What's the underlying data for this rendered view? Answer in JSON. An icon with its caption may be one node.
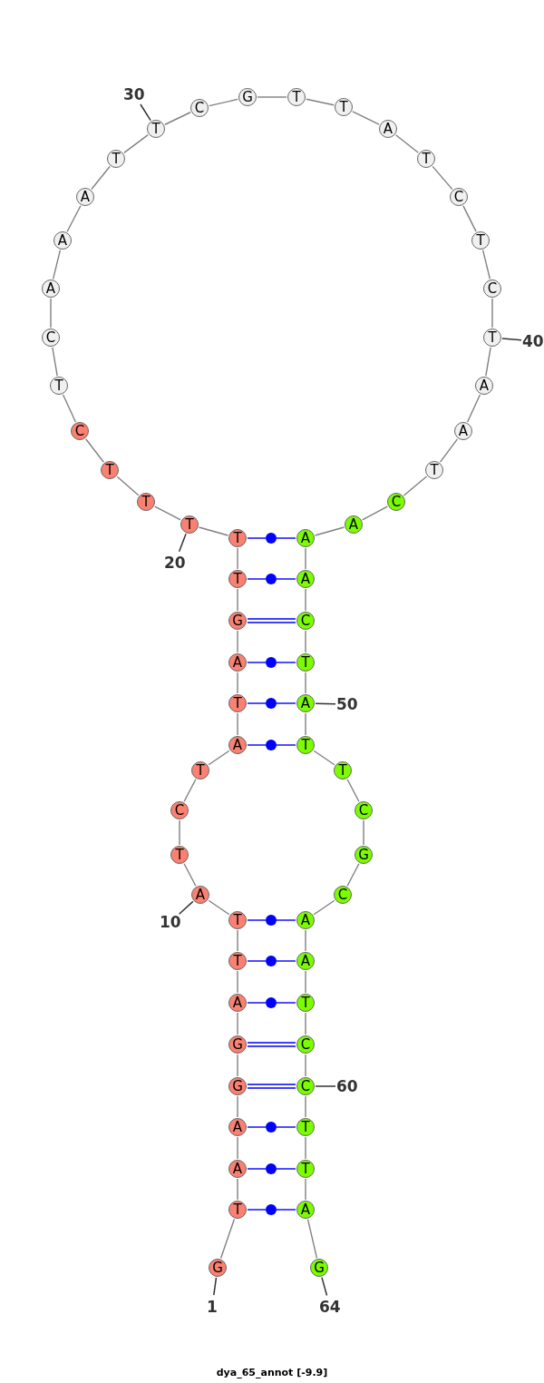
{
  "diagram": {
    "caption": "dya_65_annot [-9.9]",
    "nodes": [
      {
        "text": [
          "G"
        ]
      },
      {
        "text": [
          "T"
        ]
      },
      {
        "text": [
          "A"
        ]
      },
      {
        "text": [
          "A"
        ]
      },
      {
        "text": [
          "G"
        ]
      },
      {
        "text": [
          "G"
        ]
      },
      {
        "text": [
          "A"
        ]
      },
      {
        "text": [
          "T"
        ]
      },
      {
        "text": [
          "T"
        ]
      },
      {
        "text": [
          "A"
        ]
      },
      {
        "text": [
          "T"
        ]
      },
      {
        "text": [
          "C"
        ]
      },
      {
        "text": [
          "T"
        ]
      },
      {
        "text": [
          "A"
        ]
      },
      {
        "text": [
          "T"
        ]
      },
      {
        "text": [
          "A"
        ]
      },
      {
        "text": [
          "G"
        ]
      },
      {
        "text": [
          "T"
        ]
      },
      {
        "text": [
          "T"
        ]
      },
      {
        "text": [
          "T"
        ]
      },
      {
        "text": [
          "T"
        ]
      },
      {
        "text": [
          "T"
        ]
      },
      {
        "text": [
          "C"
        ]
      },
      {
        "text": [
          "T"
        ]
      },
      {
        "text": [
          "C"
        ]
      },
      {
        "text": [
          "A"
        ]
      },
      {
        "text": [
          "A"
        ]
      },
      {
        "text": [
          "A"
        ]
      },
      {
        "text": [
          "T"
        ]
      },
      {
        "text": [
          "T"
        ]
      },
      {
        "text": [
          "C"
        ]
      },
      {
        "text": [
          "G"
        ]
      },
      {
        "text": [
          "T"
        ]
      },
      {
        "text": [
          "T"
        ]
      },
      {
        "text": [
          "A"
        ]
      },
      {
        "text": [
          "T"
        ]
      },
      {
        "text": [
          "C"
        ]
      },
      {
        "text": [
          "T"
        ]
      },
      {
        "text": [
          "C"
        ]
      },
      {
        "text": [
          "T"
        ]
      },
      {
        "text": [
          "A"
        ]
      },
      {
        "text": [
          "A"
        ]
      },
      {
        "text": [
          "T"
        ]
      },
      {
        "text": [
          "C"
        ]
      },
      {
        "text": [
          "A"
        ]
      },
      {
        "text": [
          "A"
        ]
      },
      {
        "text": [
          "A"
        ]
      },
      {
        "text": [
          "C"
        ]
      },
      {
        "text": [
          "T"
        ]
      },
      {
        "text": [
          "A"
        ]
      },
      {
        "text": [
          "T"
        ]
      },
      {
        "text": [
          "T"
        ]
      },
      {
        "text": [
          "C"
        ]
      },
      {
        "text": [
          "G"
        ]
      },
      {
        "text": [
          "C"
        ]
      },
      {
        "text": [
          "A"
        ]
      },
      {
        "text": [
          "A"
        ]
      },
      {
        "text": [
          "T"
        ]
      },
      {
        "text": [
          "C"
        ]
      },
      {
        "text": [
          "C"
        ]
      },
      {
        "text": [
          "T"
        ]
      },
      {
        "text": [
          "T"
        ]
      },
      {
        "text": [
          "A"
        ]
      },
      {
        "text": [
          "G"
        ]
      },
      {
        "text": [
          "1"
        ]
      },
      {
        "text": [
          "10"
        ]
      },
      {
        "text": [
          "20"
        ]
      },
      {
        "text": [
          "30"
        ]
      },
      {
        "text": [
          "40"
        ]
      },
      {
        "text": [
          "50"
        ]
      },
      {
        "text": [
          "60"
        ]
      },
      {
        "text": [
          "64"
        ]
      },
      {
        "text": [],
        "shape": "circle"
      },
      {
        "text": [],
        "shape": "circle"
      },
      {
        "text": [],
        "shape": "circle"
      },
      {
        "text": [],
        "shape": "circle"
      },
      {
        "text": [],
        "shape": "circle"
      },
      {
        "text": [],
        "shape": "circle"
      },
      {
        "text": [],
        "shape": "circle"
      },
      {
        "text": [],
        "shape": "circle"
      },
      {
        "text": [],
        "shape": "circle"
      },
      {
        "text": [],
        "shape": "circle"
      },
      {
        "text": [],
        "shape": "circle"
      }
    ],
    "edges": [
      {
        "from": 0,
        "to": 1,
        "arrow": "none"
      },
      {
        "from": 1,
        "to": 2,
        "arrow": "none"
      },
      {
        "from": 2,
        "to": 3,
        "arrow": "none"
      },
      {
        "from": 3,
        "to": 4,
        "arrow": "none"
      },
      {
        "from": 4,
        "to": 5,
        "arrow": "none"
      },
      {
        "from": 5,
        "to": 6,
        "arrow": "none"
      },
      {
        "from": 6,
        "to": 7,
        "arrow": "none"
      },
      {
        "from": 7,
        "to": 8,
        "arrow": "none"
      },
      {
        "from": 8,
        "to": 9,
        "arrow": "none"
      },
      {
        "from": 9,
        "to": 10,
        "arrow": "none"
      },
      {
        "from": 10,
        "to": 11,
        "arrow": "none"
      },
      {
        "from": 11,
        "to": 12,
        "arrow": "none"
      },
      {
        "from": 12,
        "to": 13,
        "arrow": "none"
      },
      {
        "from": 13,
        "to": 14,
        "arrow": "none"
      },
      {
        "from": 14,
        "to": 15,
        "arrow": "none"
      },
      {
        "from": 15,
        "to": 16,
        "arrow": "none"
      },
      {
        "from": 16,
        "to": 17,
        "arrow": "none"
      },
      {
        "from": 17,
        "to": 18,
        "arrow": "none"
      },
      {
        "from": 18,
        "to": 19,
        "arrow": "none"
      },
      {
        "from": 19,
        "to": 20,
        "arrow": "none"
      },
      {
        "from": 20,
        "to": 21,
        "arrow": "none"
      },
      {
        "from": 21,
        "to": 22,
        "arrow": "none"
      },
      {
        "from": 22,
        "to": 23,
        "arrow": "none"
      },
      {
        "from": 23,
        "to": 24,
        "arrow": "none"
      },
      {
        "from": 24,
        "to": 25,
        "arrow": "none"
      },
      {
        "from": 25,
        "to": 26,
        "arrow": "none"
      },
      {
        "from": 26,
        "to": 27,
        "arrow": "none"
      },
      {
        "from": 27,
        "to": 28,
        "arrow": "none"
      },
      {
        "from": 28,
        "to": 29,
        "arrow": "none"
      },
      {
        "from": 29,
        "to": 30,
        "arrow": "none"
      },
      {
        "from": 30,
        "to": 31,
        "arrow": "none"
      },
      {
        "from": 31,
        "to": 32,
        "arrow": "none"
      },
      {
        "from": 32,
        "to": 33,
        "arrow": "none"
      },
      {
        "from": 33,
        "to": 34,
        "arrow": "none"
      },
      {
        "from": 34,
        "to": 35,
        "arrow": "none"
      },
      {
        "from": 35,
        "to": 36,
        "arrow": "none"
      },
      {
        "from": 36,
        "to": 37,
        "arrow": "none"
      },
      {
        "from": 37,
        "to": 38,
        "arrow": "none"
      },
      {
        "from": 38,
        "to": 39,
        "arrow": "none"
      },
      {
        "from": 39,
        "to": 40,
        "arrow": "none"
      },
      {
        "from": 40,
        "to": 41,
        "arrow": "none"
      },
      {
        "from": 41,
        "to": 42,
        "arrow": "none"
      },
      {
        "from": 42,
        "to": 43,
        "arrow": "none"
      },
      {
        "from": 43,
        "to": 44,
        "arrow": "none"
      },
      {
        "from": 44,
        "to": 45,
        "arrow": "none"
      },
      {
        "from": 45,
        "to": 46,
        "arrow": "none"
      },
      {
        "from": 46,
        "to": 47,
        "arrow": "none"
      },
      {
        "from": 47,
        "to": 48,
        "arrow": "none"
      },
      {
        "from": 48,
        "to": 49,
        "arrow": "none"
      },
      {
        "from": 49,
        "to": 50,
        "arrow": "none"
      },
      {
        "from": 50,
        "to": 51,
        "arrow": "none"
      },
      {
        "from": 51,
        "to": 52,
        "arrow": "none"
      },
      {
        "from": 52,
        "to": 53,
        "arrow": "none"
      },
      {
        "from": 53,
        "to": 54,
        "arrow": "none"
      },
      {
        "from": 54,
        "to": 55,
        "arrow": "none"
      },
      {
        "from": 55,
        "to": 56,
        "arrow": "none"
      },
      {
        "from": 56,
        "to": 57,
        "arrow": "none"
      },
      {
        "from": 57,
        "to": 58,
        "arrow": "none"
      },
      {
        "from": 58,
        "to": 59,
        "arrow": "none"
      },
      {
        "from": 59,
        "to": 60,
        "arrow": "none"
      },
      {
        "from": 60,
        "to": 61,
        "arrow": "none"
      },
      {
        "from": 61,
        "to": 62,
        "arrow": "none"
      },
      {
        "from": 62,
        "to": 63,
        "arrow": "none"
      },
      {
        "from": 1,
        "to": 82,
        "arrow": "none",
        "color": "#0000ff"
      },
      {
        "from": 82,
        "to": 62,
        "arrow": "none",
        "color": "#0000ff"
      },
      {
        "from": 2,
        "to": 81,
        "arrow": "none",
        "color": "#0000ff"
      },
      {
        "from": 81,
        "to": 61,
        "arrow": "none",
        "color": "#0000ff"
      },
      {
        "from": 3,
        "to": 80,
        "arrow": "none",
        "color": "#0000ff"
      },
      {
        "from": 80,
        "to": 60,
        "arrow": "none",
        "color": "#0000ff"
      },
      {
        "from": 4,
        "to": 59,
        "arrow": "none",
        "color": "#0000ff"
      },
      {
        "from": 5,
        "to": 58,
        "arrow": "none",
        "color": "#0000ff"
      },
      {
        "from": 6,
        "to": 79,
        "arrow": "none",
        "color": "#0000ff"
      },
      {
        "from": 79,
        "to": 57,
        "arrow": "none",
        "color": "#0000ff"
      },
      {
        "from": 7,
        "to": 78,
        "arrow": "none",
        "color": "#0000ff"
      },
      {
        "from": 78,
        "to": 56,
        "arrow": "none",
        "color": "#0000ff"
      },
      {
        "from": 8,
        "to": 77,
        "arrow": "none",
        "color": "#0000ff"
      },
      {
        "from": 77,
        "to": 55,
        "arrow": "none",
        "color": "#0000ff"
      },
      {
        "from": 13,
        "to": 76,
        "arrow": "none",
        "color": "#0000ff"
      },
      {
        "from": 76,
        "to": 50,
        "arrow": "none",
        "color": "#0000ff"
      },
      {
        "from": 14,
        "to": 75,
        "arrow": "none",
        "color": "#0000ff"
      },
      {
        "from": 75,
        "to": 49,
        "arrow": "none",
        "color": "#0000ff"
      },
      {
        "from": 15,
        "to": 74,
        "arrow": "none",
        "color": "#0000ff"
      },
      {
        "from": 74,
        "to": 48,
        "arrow": "none",
        "color": "#0000ff"
      },
      {
        "from": 16,
        "to": 47,
        "arrow": "none",
        "color": "#0000ff"
      },
      {
        "from": 17,
        "to": 73,
        "arrow": "none",
        "color": "#0000ff"
      },
      {
        "from": 73,
        "to": 46,
        "arrow": "none",
        "color": "#0000ff"
      },
      {
        "from": 18,
        "to": 72,
        "arrow": "none",
        "color": "#0000ff"
      },
      {
        "from": 72,
        "to": 45,
        "arrow": "none",
        "color": "#0000ff"
      },
      {
        "from": 64,
        "to": 0,
        "arrow": "none"
      },
      {
        "from": 65,
        "to": 9,
        "arrow": "none"
      },
      {
        "from": 66,
        "to": 19,
        "arrow": "none"
      },
      {
        "from": 67,
        "to": 29,
        "arrow": "none"
      },
      {
        "from": 68,
        "to": 39,
        "arrow": "none"
      },
      {
        "from": 69,
        "to": 49,
        "arrow": "none"
      },
      {
        "from": 70,
        "to": 59,
        "arrow": "none"
      },
      {
        "from": 71,
        "to": 63,
        "arrow": "none"
      }
    ]
  }
}
